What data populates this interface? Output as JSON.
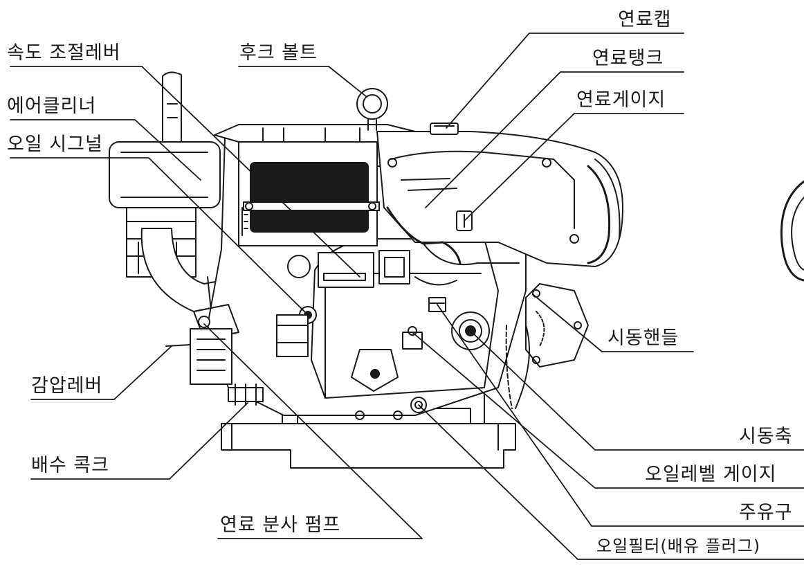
{
  "labels": {
    "fuel_cap": "연료캡",
    "fuel_tank": "연료탱크",
    "fuel_gauge": "연료게이지",
    "hook_bolt": "후크 볼트",
    "speed_lever": "속도 조절레버",
    "air_cleaner": "에어클리너",
    "oil_signal": "오일 시그널",
    "start_handle": "시동핸들",
    "decomp_lever": "감압레버",
    "drain_cock": "배수 콕크",
    "injection_pump": "연료 분사 펌프",
    "start_shaft": "시동축",
    "oil_level_gauge": "오일레벨 게이지",
    "oil_filler": "주유구",
    "oil_filter": "오일필터(배유 플러그)"
  }
}
